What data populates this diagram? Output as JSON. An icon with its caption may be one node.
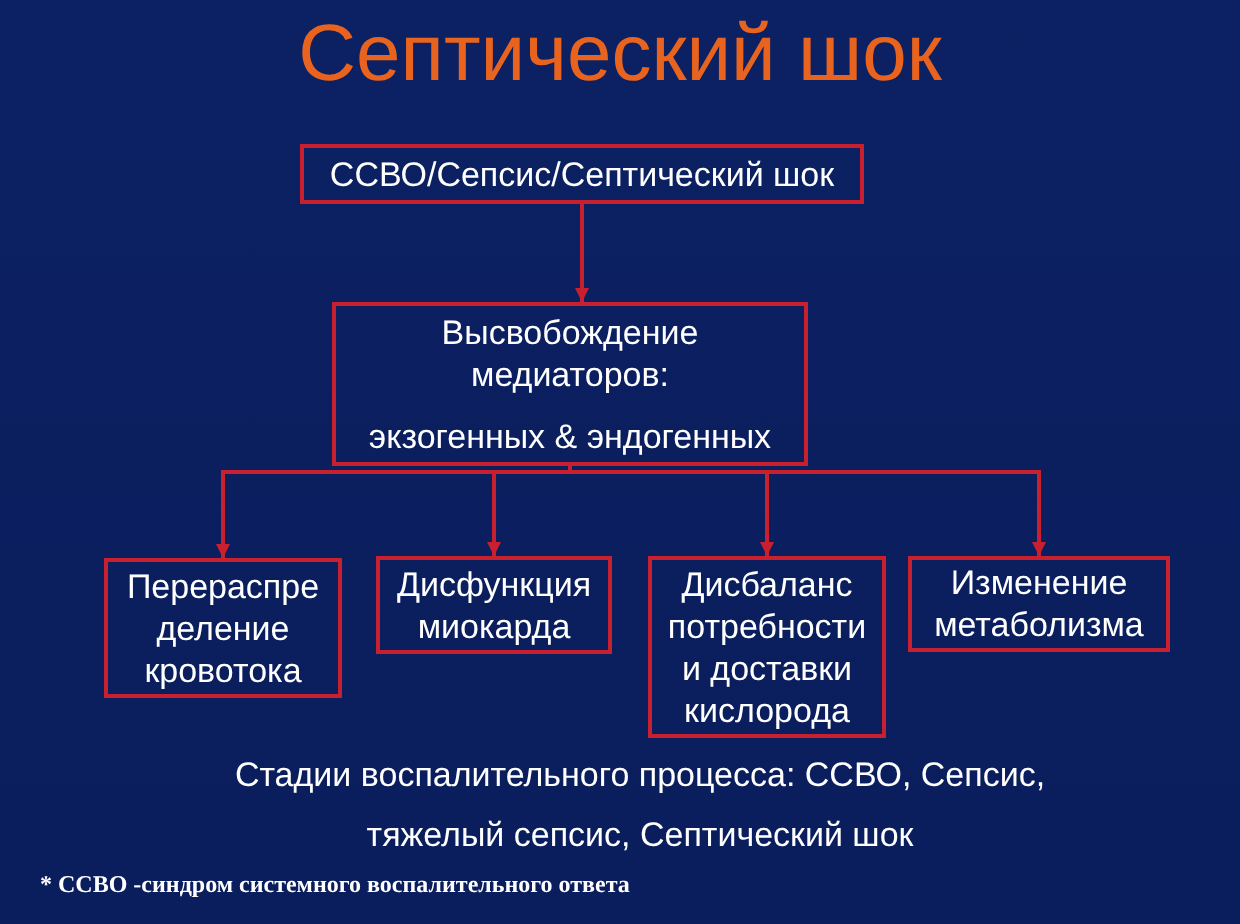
{
  "diagram": {
    "title": "Септический шок",
    "nodes": [
      {
        "text": [
          "ССВО/Сепсис/Септический шок"
        ]
      },
      {
        "text": [
          "Высвобождение медиаторов:",
          "экзогенных & эндогенных"
        ]
      },
      {
        "text": [
          "Перераспре деление кровотока"
        ]
      },
      {
        "text": [
          "Дисфункция миокарда"
        ]
      },
      {
        "text": [
          "Дисбаланс потребности и доставки кислорода"
        ]
      },
      {
        "text": [
          "Изменение метаболизма"
        ]
      }
    ],
    "edges": [
      {
        "from": 0,
        "to": 1,
        "arrow": "to"
      },
      {
        "from": 1,
        "to": 2,
        "arrow": "to"
      },
      {
        "from": 1,
        "to": 3,
        "arrow": "to"
      },
      {
        "from": 1,
        "to": 4,
        "arrow": "to"
      },
      {
        "from": 1,
        "to": 5,
        "arrow": "to"
      }
    ],
    "labels": [
      "Стадии воспалительного процесса: ССВО, Сепсис, тяжелый сепсис, Септический шок",
      "* ССВО -синдром системного воспалительного ответа"
    ]
  }
}
